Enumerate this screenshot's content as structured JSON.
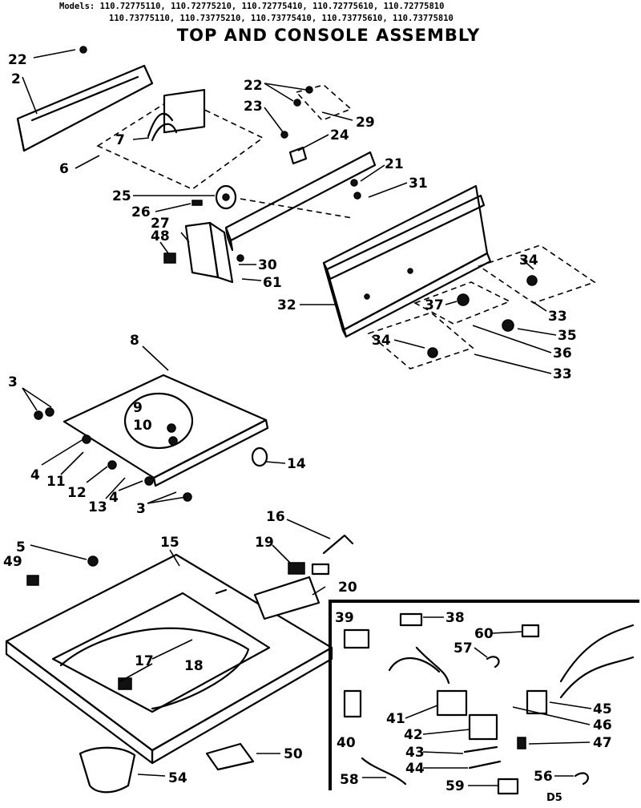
{
  "header": {
    "models_line_1": "Models: 110.72775110, 110.72775210, 110.72775410, 110.72775610, 110.72775810",
    "models_line_2": "110.73775110, 110.73775210, 110.73775410, 110.73775610, 110.73775810",
    "title": "TOP AND CONSOLE ASSEMBLY"
  },
  "drawing_code": "D5",
  "callouts": [
    "22",
    "2",
    "22",
    "23",
    "29",
    "7",
    "24",
    "6",
    "21",
    "31",
    "25",
    "26",
    "27",
    "48",
    "30",
    "61",
    "34",
    "32",
    "37",
    "33",
    "35",
    "36",
    "34",
    "33",
    "8",
    "3",
    "9",
    "10",
    "14",
    "4",
    "11",
    "12",
    "13",
    "4",
    "3",
    "16",
    "5",
    "15",
    "19",
    "49",
    "20",
    "39",
    "38",
    "60",
    "57",
    "17",
    "18",
    "45",
    "41",
    "46",
    "40",
    "42",
    "47",
    "43",
    "44",
    "56",
    "58",
    "59",
    "50",
    "54"
  ]
}
